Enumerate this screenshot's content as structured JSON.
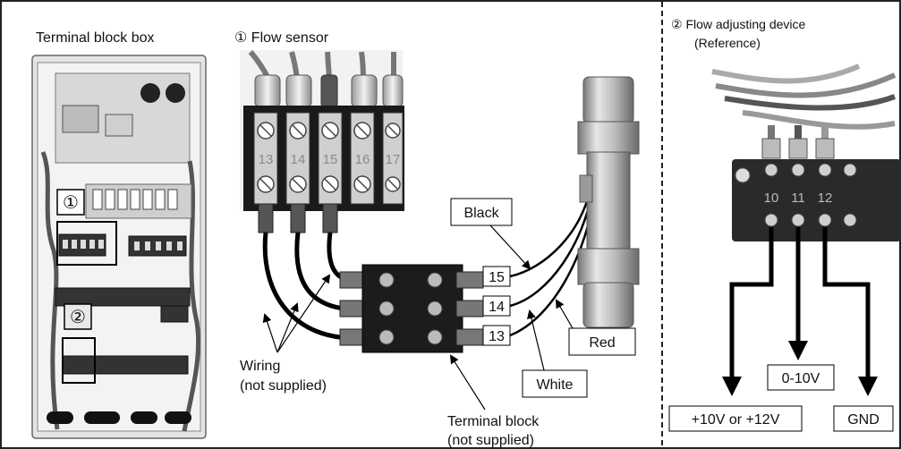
{
  "left_panel": {
    "title": "Terminal block box",
    "marker_1": "①",
    "marker_2": "②"
  },
  "middle_panel": {
    "title": "① Flow sensor",
    "terminal_numbers": [
      "13",
      "14",
      "15",
      "16",
      "17"
    ],
    "wire_colors": {
      "black": "Black",
      "white": "White",
      "red": "Red"
    },
    "block_labels": [
      "15",
      "14",
      "13"
    ],
    "wiring_label_line1": "Wiring",
    "wiring_label_line2": "(not supplied)",
    "terminal_block_line1": "Terminal block",
    "terminal_block_line2": "(not supplied)"
  },
  "right_panel": {
    "title_line1": "② Flow adjusting device",
    "title_line2": "(Reference)",
    "terminal_numbers": [
      "10",
      "11",
      "12"
    ],
    "out_plus": "+10V or +12V",
    "out_signal": "0-10V",
    "out_gnd": "GND"
  }
}
